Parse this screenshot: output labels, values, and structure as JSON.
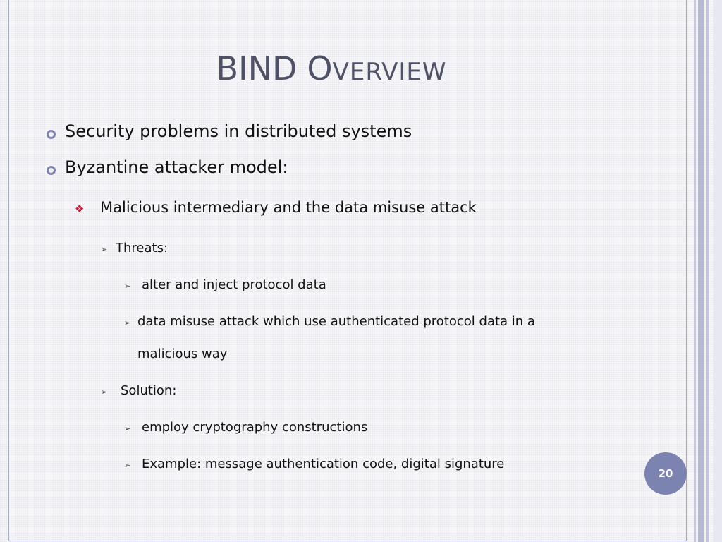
{
  "slide": {
    "title_word1": "BIND",
    "title_word2_first": "O",
    "title_word2_rest": "VERVIEW",
    "bullets": [
      {
        "text": "Security problems in distributed systems"
      },
      {
        "text": "Byzantine attacker model:"
      }
    ],
    "subbullet": {
      "text": "Malicious intermediary and the data misuse attack"
    },
    "threats": {
      "label": "Threats:",
      "items": [
        "alter and inject protocol data",
        "data misuse attack which use authenticated protocol data in a",
        "malicious way"
      ]
    },
    "solution": {
      "label": "Solution:",
      "items": [
        "employ cryptography constructions",
        "Example: message authentication code, digital signature"
      ]
    },
    "page_number": "20"
  },
  "colors": {
    "accent": "#7c83b0",
    "title": "#4f5166",
    "diamond_bullet": "#c0213a"
  }
}
